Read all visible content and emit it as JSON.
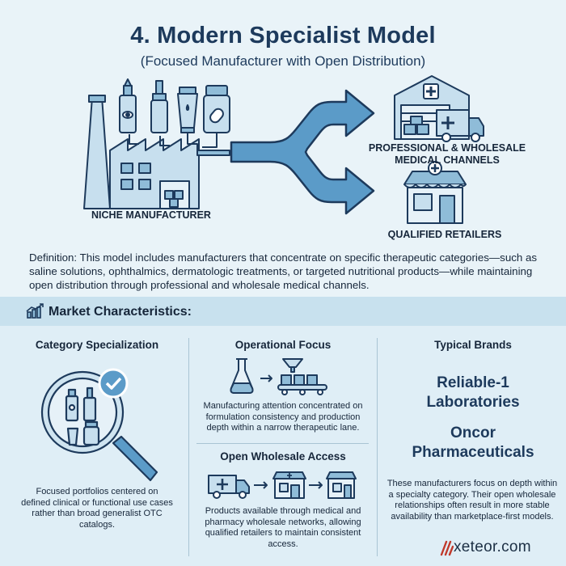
{
  "header": {
    "title": "4. Modern Specialist Model",
    "subtitle": "(Focused Manufacturer with Open Distribution)"
  },
  "diagram": {
    "manufacturer_label": "NICHE MANUFACTURER",
    "channel_label_line1": "PROFESSIONAL & WHOLESALE",
    "channel_label_line2": "MEDICAL CHANNELS",
    "retailer_label": "QUALIFIED RETAILERS",
    "colors": {
      "line": "#1d3a5c",
      "fill_light": "#c7dfee",
      "fill_mid": "#8fbcd8",
      "arrow": "#5b9bc8"
    }
  },
  "definition": {
    "text": "Definition: This model includes manufacturers that concentrate on specific therapeutic categories—such as saline solutions, ophthalmics, dermatologic treatments, or targeted nutritional products—while maintaining open distribution through professional and wholesale medical channels."
  },
  "market": {
    "title": "Market Characteristics:",
    "icon": "bar-chart-icon"
  },
  "columns": {
    "category": {
      "heading": "Category Specialization",
      "text": "Focused portfolios centered on defined clinical or functional use cases rather than broad generalist OTC catalogs."
    },
    "operational": {
      "heading": "Operational Focus",
      "text": "Manufacturing attention concentrated on formulation consistency and production depth within a narrow therapeutic lane."
    },
    "wholesale": {
      "heading": "Open Wholesale Access",
      "text": "Products available through medical and pharmacy wholesale networks, allowing qualified retailers to maintain consistent access."
    },
    "brands": {
      "heading": "Typical Brands",
      "brand1_line1": "Reliable-1",
      "brand1_line2": "Laboratories",
      "brand2_line1": "Oncor",
      "brand2_line2": "Pharmaceuticals",
      "text": "These manufacturers focus on depth within a specialty category. Their open wholesale relationships often result in more stable availability than marketplace-first models."
    }
  },
  "footer": {
    "logo_text": "xeteor.com"
  }
}
